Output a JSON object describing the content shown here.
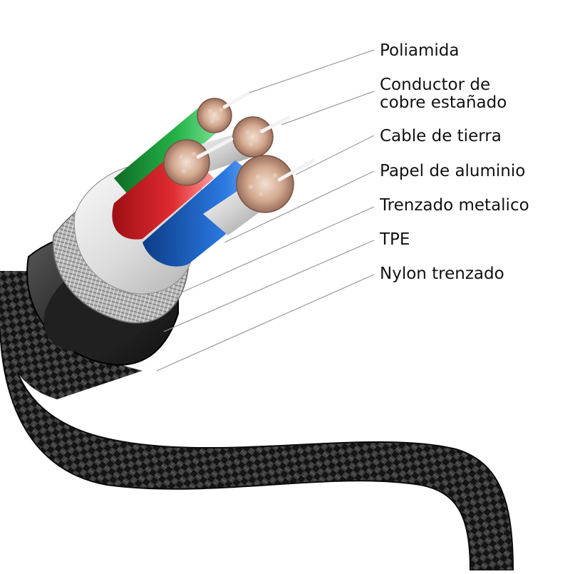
{
  "diagram": {
    "labels": [
      {
        "text": "Poliamida"
      },
      {
        "text": "Conductor de\ncobre estañado"
      },
      {
        "text": "Cable de tierra"
      },
      {
        "text": "Papel de aluminio"
      },
      {
        "text": "Trenzado metalico"
      },
      {
        "text": "TPE"
      },
      {
        "text": "Nylon trenzado"
      }
    ],
    "colors": {
      "braid_dark": "#141414",
      "braid_light": "#4a4a4a",
      "tpe_ring": "#3a3a3a",
      "foil": "#e6e6e6",
      "wire_green": "#1f9a3c",
      "wire_red": "#d8262b",
      "wire_blue": "#1d63c9",
      "copper": "#c79f8e",
      "leader_line": "#9a9a9a"
    }
  }
}
